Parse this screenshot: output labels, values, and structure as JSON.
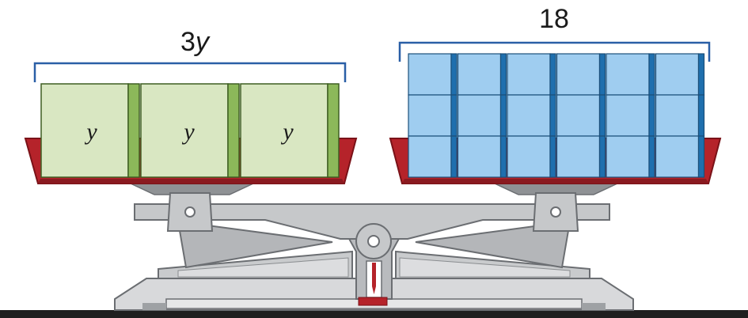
{
  "left_pan": {
    "total_label_number": "3",
    "total_label_var": "y",
    "blocks": [
      {
        "label": "y"
      },
      {
        "label": "y"
      },
      {
        "label": "y"
      }
    ]
  },
  "right_pan": {
    "total_label": "18",
    "unit_cubes": {
      "columns": 6,
      "rows": 3
    }
  },
  "colors": {
    "green_block": "#d9e7c2",
    "green_edge": "#6c9c3c",
    "blue_cube": "#9fcdf0",
    "blue_edge": "#1f6fae",
    "pan_red": "#b5232a",
    "scale_gray": "#c6c8ca",
    "bracket_blue": "#2a5fa6"
  }
}
